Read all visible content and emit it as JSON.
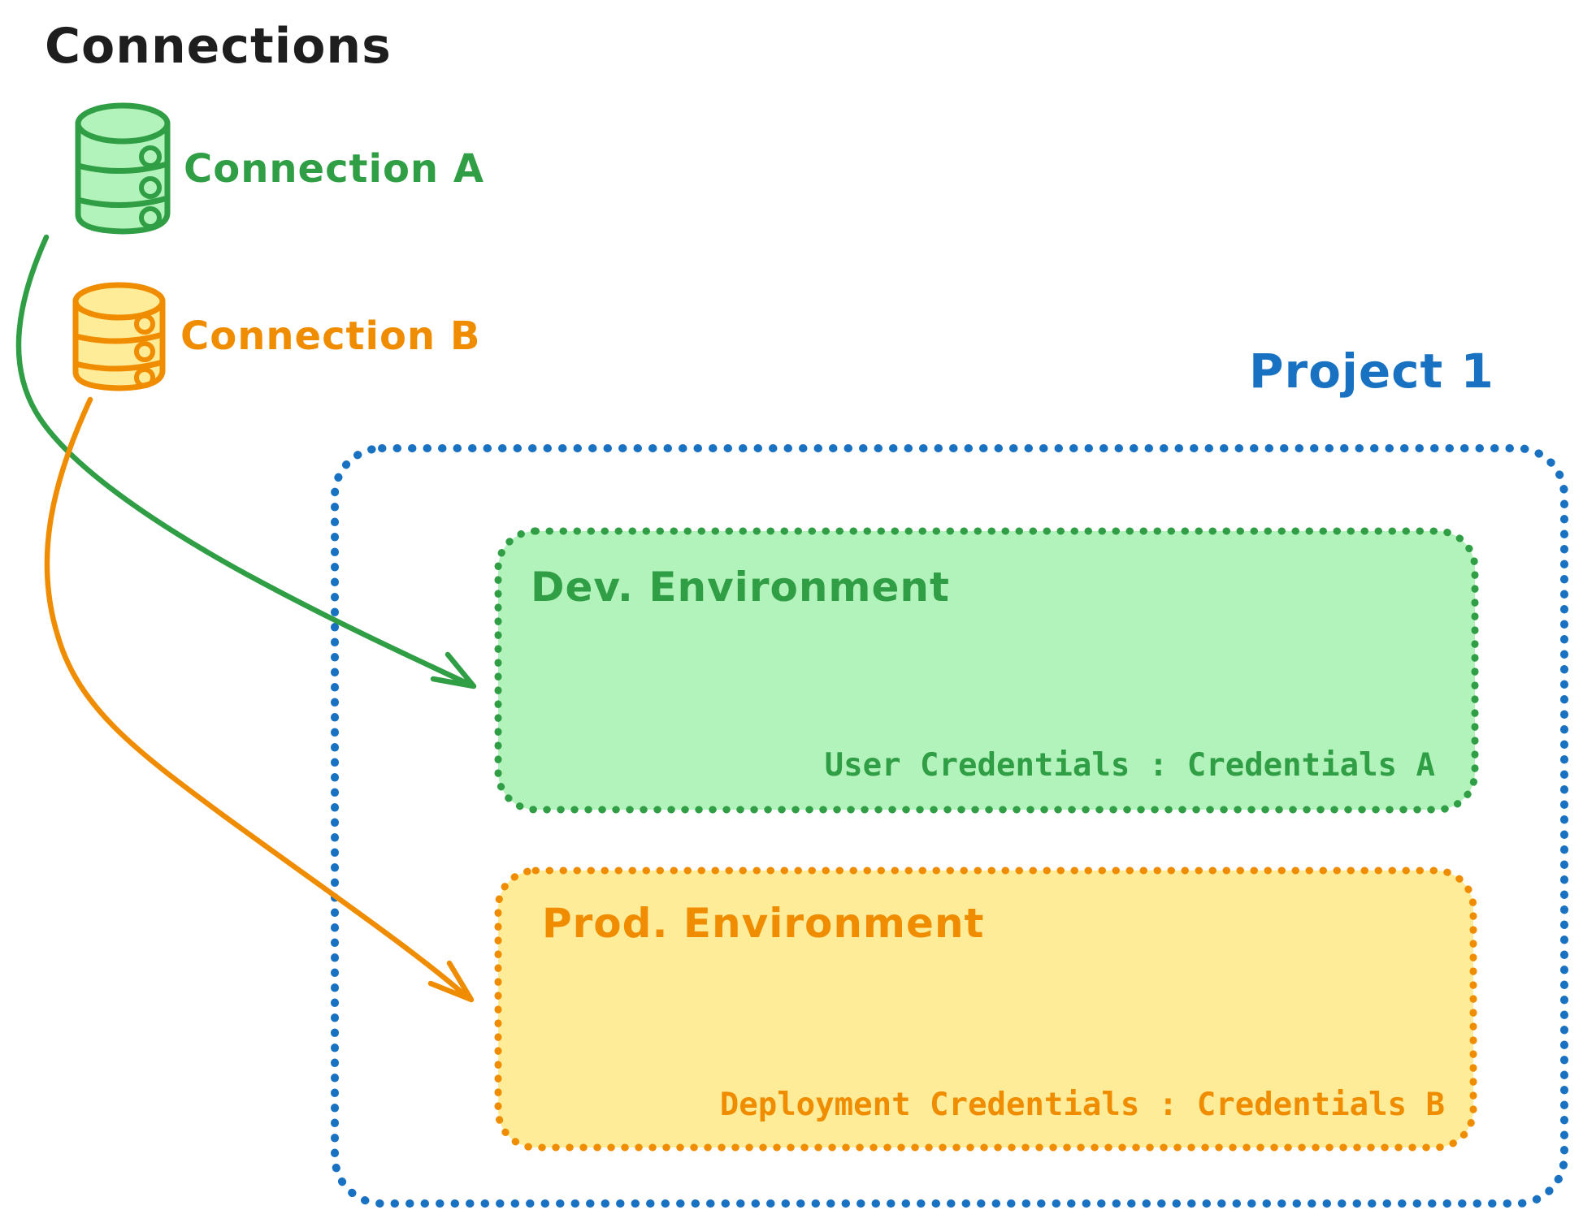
{
  "colors": {
    "black": "#1e1e1e",
    "green_stroke": "#2f9e44",
    "green_fill": "#b2f2bb",
    "orange_stroke": "#f08c00",
    "orange_fill": "#ffec99",
    "blue_stroke": "#1971c2"
  },
  "connections_panel": {
    "title": "Connections",
    "items": [
      {
        "label": "Connection A",
        "icon": "database-icon",
        "color": "#2f9e44"
      },
      {
        "label": "Connection B",
        "icon": "database-icon",
        "color": "#f08c00"
      }
    ]
  },
  "project": {
    "title": "Project 1",
    "border_color": "#1971c2",
    "environments": [
      {
        "title": "Dev. Environment",
        "credentials_label": "User Credentials : Credentials A",
        "stroke": "#2f9e44",
        "fill": "#b2f2bb"
      },
      {
        "title": "Prod. Environment",
        "credentials_label": "Deployment Credentials : Credentials B",
        "stroke": "#f08c00",
        "fill": "#ffec99"
      }
    ]
  }
}
